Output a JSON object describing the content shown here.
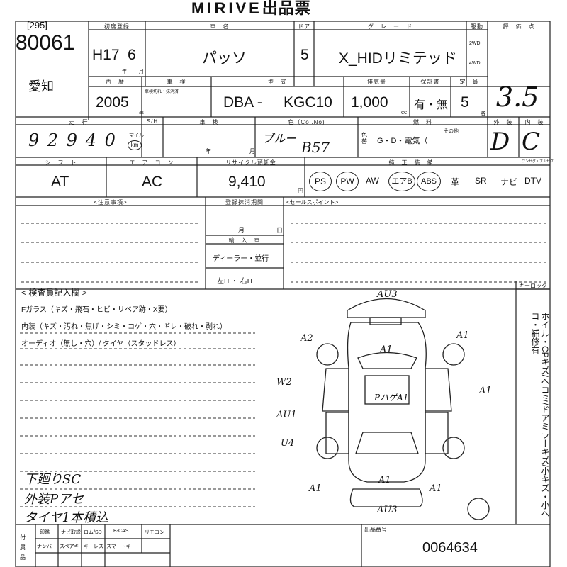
{
  "logo": {
    "brand": "MIRIVE",
    "suffix": "出品票"
  },
  "lot": {
    "tag": "[295]",
    "number": "80061",
    "location": "愛知"
  },
  "headers": {
    "registration": "初度登録",
    "carname": "車　名",
    "door": "ドア",
    "grade": "グ　レ　ー　ド",
    "drive": "駆動",
    "score": "評　価　点",
    "year": "西　暦",
    "shaken": "車　検",
    "model": "型　式",
    "displacement": "排気量",
    "warranty": "保証書",
    "capacity": "定　員",
    "mileage": "走　行",
    "steering": "S/H",
    "recycle_date": "車　検",
    "color": "色（Col.No)",
    "fuel": "燃　料",
    "exterior": "外　装",
    "interior": "内　装",
    "shift": "シ　フ　ト",
    "aircon": "エ　ア　コ　ン",
    "recycle": "リサイクル預託金",
    "equipment": "純　正　装　備",
    "notes": "<注意事項>",
    "history": "登録抹消期間",
    "import": "輸　入　車",
    "sales_point": "<セールスポイント>",
    "inspector": "< 検査員記入欄 >",
    "keylock": "キーロック",
    "appraisal_no": "出品番号"
  },
  "sheet": {
    "reg_era": "H17",
    "reg_month": "6",
    "reg_unit_year": "年",
    "reg_unit_month": "月",
    "carname": "パッソ",
    "door": "5",
    "grade": "X_HIDリミテッド",
    "drive_2wd": "2WD",
    "drive_4wd": "4WD",
    "year": "2005",
    "year_unit": "年",
    "shaken_note": "車検切れ・抹消済",
    "model_prefix": "DBA -",
    "model_code": "KGC10",
    "displacement": "1,000",
    "cc": "cc",
    "warranty": "有・無",
    "capacity": "5",
    "capacity_unit": "名",
    "score": "3.5",
    "mileage": "9 2 9 4 0",
    "mileage_unit_mile": "マイル",
    "mileage_unit_km": "km",
    "recycle_unit_year": "年",
    "recycle_unit_month": "月",
    "color": "ブルー",
    "color_no": "B57",
    "color_label": "色替",
    "fuel_options": "G・D・電気（",
    "fuel_other": "その他",
    "exterior_grade": "D",
    "interior_grade": "C",
    "shift": "AT",
    "aircon": "AC",
    "recycle": "9,410",
    "recycle_unit": "円"
  },
  "equipment": [
    "PS",
    "PW",
    "AW",
    "エアB",
    "ABS",
    "革",
    "SR",
    "ナビ",
    "DTV"
  ],
  "equipment_circled": [
    "PS",
    "PW",
    "エアB",
    "ABS"
  ],
  "equipment_extra_label": "ワンセグ・フルセグ",
  "import_fields": {
    "month": "月",
    "year": "日",
    "dealer": "ディーラー・並行",
    "steering": "左H ・ 右H"
  },
  "inspector_lines": [
    "Fガラス（キズ・飛石・ヒビ・リペア跡・X要）",
    "内装（キズ・汚れ・焦げ・シミ・コゲ・穴・ギレ・破れ・剥れ）",
    "オーディオ（無し・穴）/ タイヤ（スタッドレス）"
  ],
  "handwritten_notes": [
    "下廻りSC",
    "外装Pアセ",
    "タイヤ1本積込"
  ],
  "car_marks": [
    "AU3",
    "A2",
    "A1",
    "A1",
    "W2",
    "A1",
    "AU1",
    "PハゲA1",
    "U4",
    "A1",
    "A1",
    "A1",
    "AU3"
  ],
  "side_text": "ホイル・CPキズ/ヘコミ/ドアミラーキズ/小キズ・小ヘコ・補修有",
  "footer": {
    "row1": [
      "印鑑",
      "ナビ取説",
      "ロム/SD",
      "B-CAS",
      "リモコン"
    ],
    "row2": [
      "ナンバー",
      "スペアキー",
      "キーレス",
      "スマートキー"
    ],
    "row_label": "付属品",
    "appraisal_no": "0064634"
  }
}
